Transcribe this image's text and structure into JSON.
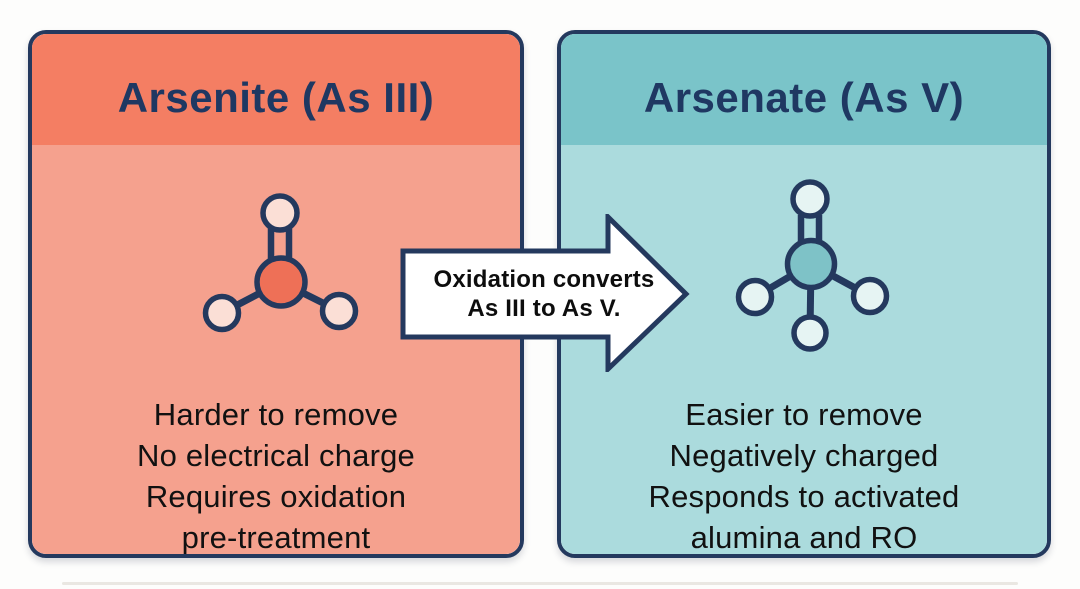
{
  "left_panel": {
    "title": "Arsenite (As III)",
    "lines": [
      "Harder to remove",
      "No electrical charge",
      "Requires oxidation",
      "pre-treatment"
    ]
  },
  "right_panel": {
    "title": "Arsenate (As V)",
    "lines": [
      "Easier to remove",
      "Negatively charged",
      "Responds to activated",
      "alumina and RO"
    ]
  },
  "arrow": {
    "label_line1": "Oxidation converts",
    "label_line2": "As III to As V."
  },
  "icons": {
    "left_molecule": "arsenite-molecule-icon",
    "right_molecule": "arsenate-molecule-icon",
    "arrow_shape": "right-arrow-shape"
  },
  "colors": {
    "navy_outline": "#24395E",
    "header_text": "#1F3862",
    "body_text": "#111111",
    "left_header_bg": "#F47E63",
    "left_body_bg": "#F5A18E",
    "right_header_bg": "#7AC4C9",
    "right_body_bg": "#ABDBDD",
    "left_molecule_center": "#EE7057",
    "left_molecule_outer": "#FBDFD6",
    "right_molecule_center": "#7EC2C7",
    "right_molecule_outer": "#E6F4F3",
    "arrow_fill": "#FFFFFF",
    "background": "#FDFDFC"
  }
}
